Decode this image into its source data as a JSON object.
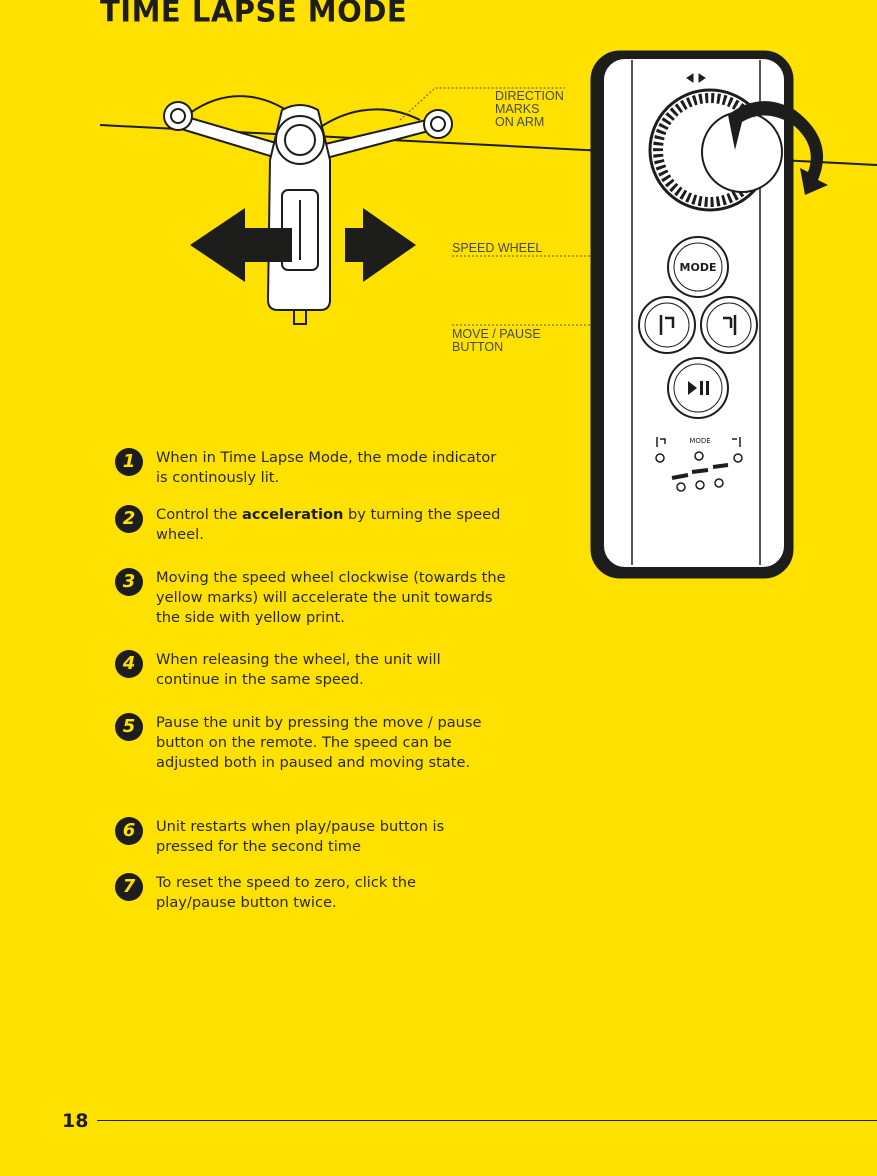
{
  "page": {
    "title": "TIME LAPSE MODE",
    "page_number": "18"
  },
  "callouts": {
    "direction_marks": "DIRECTION\nMARKS\nON ARM",
    "speed_wheel": "SPEED WHEEL",
    "move_pause_button": "MOVE / PAUSE\nBUTTON"
  },
  "remote": {
    "mode_button_label": "MODE",
    "mode_indicator_label": "MODE"
  },
  "steps": [
    {
      "num": "1",
      "text": "When in Time Lapse Mode, the mode indicator is continously lit."
    },
    {
      "num": "2",
      "text_before": "Control the ",
      "text_bold": "acceleration",
      "text_after": " by turning the speed wheel."
    },
    {
      "num": "3",
      "text": "Moving the speed wheel clockwise (towards the yellow marks) will accelerate the unit towards the side with yellow print."
    },
    {
      "num": "4",
      "text": "When releasing the wheel, the unit will continue in the same speed."
    },
    {
      "num": "5",
      "text": "Pause the unit by pressing the move / pause button on the remote. The speed can be adjusted both in paused and moving state."
    },
    {
      "num": "6",
      "text": "Unit restarts when play/pause button is pressed for the second time"
    },
    {
      "num": "7",
      "text": "To reset the speed to zero, click the play/pause button twice."
    }
  ],
  "colors": {
    "background": "#FFE100",
    "ink": "#1d1d1b"
  }
}
